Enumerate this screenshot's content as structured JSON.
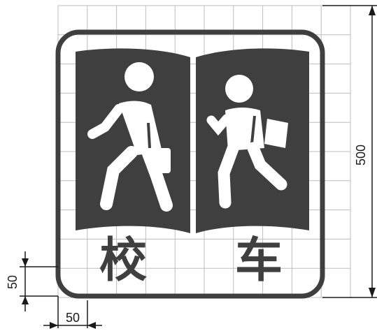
{
  "sign": {
    "left_char": "校",
    "right_char": "车"
  },
  "dimensions": {
    "overall_height": "500",
    "cell_height": "50",
    "cell_width": "50"
  },
  "colors": {
    "symbol": "#3f3f3f",
    "grid": "#bdbdbd",
    "background": "#ffffff",
    "dimension_line": "#1a1a1a"
  }
}
